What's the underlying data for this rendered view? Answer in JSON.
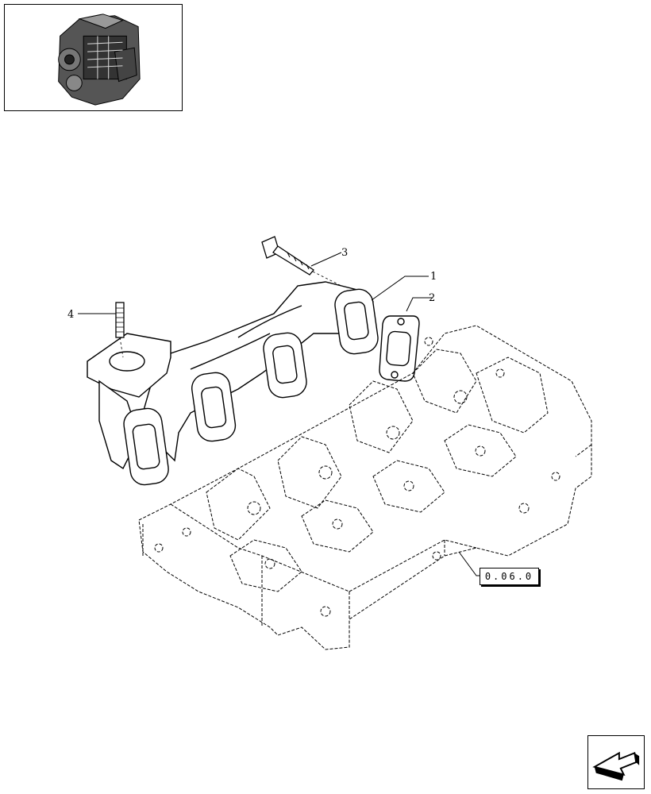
{
  "thumbnail": {
    "icon": "engine-thumbnail-icon"
  },
  "callouts": [
    {
      "label": "1"
    },
    {
      "label": "2"
    },
    {
      "label": "3"
    },
    {
      "label": "4"
    }
  ],
  "reference": {
    "label": "0.06.0"
  },
  "navigation": {
    "icon": "next-page-arrow-icon"
  }
}
